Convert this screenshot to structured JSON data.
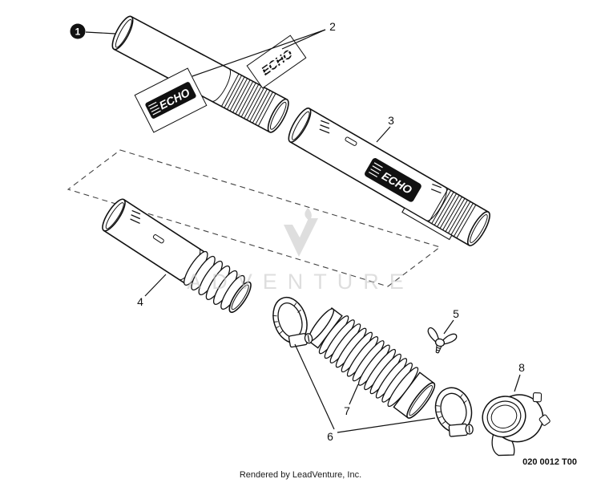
{
  "brand": {
    "name": "ECHO"
  },
  "watermark": {
    "text": "ADVENTURE"
  },
  "footer": {
    "rendered_by": "Rendered by LeadVenture, Inc."
  },
  "doc": {
    "code": "020 0012 T00"
  },
  "callouts": {
    "c1": "1",
    "c2": "2",
    "c3": "3",
    "c4": "4",
    "c5": "5",
    "c6": "6",
    "c7": "7",
    "c8": "8"
  },
  "colors": {
    "line": "#111111",
    "decal_bg": "#111111",
    "decal_text": "#ffffff",
    "watermark": "#c4c4c4",
    "background": "#ffffff"
  }
}
